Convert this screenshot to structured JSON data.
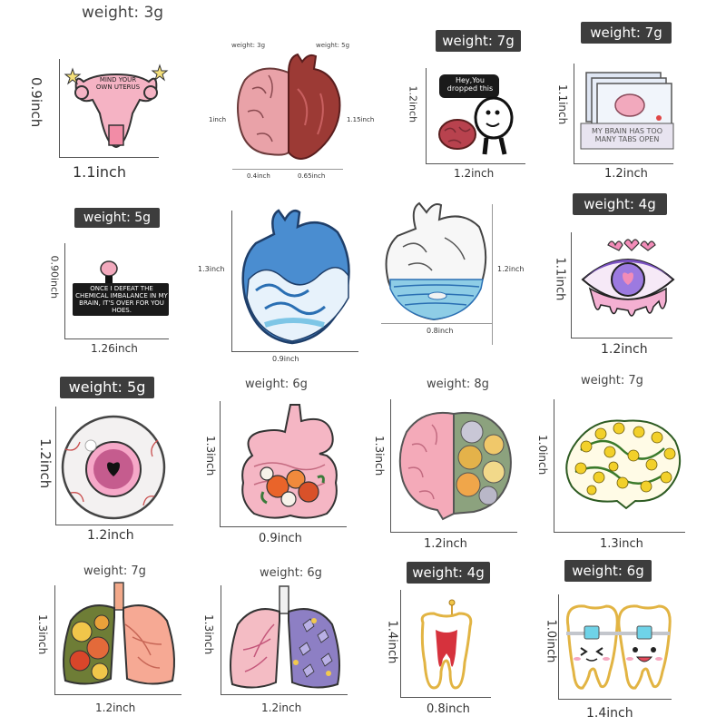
{
  "pins": [
    {
      "id": "uterus",
      "weight": "weight: 3g",
      "width": "1.1inch",
      "height": "0.9inch",
      "text": "MIND YOUR OWN UTERUS"
    },
    {
      "id": "brain-heart",
      "weight_left": "weight: 3g",
      "weight_right": "weight: 5g",
      "height_left": "1inch",
      "height_right": "1.15inch",
      "width_left": "0.4inch",
      "width_right": "0.65inch"
    },
    {
      "id": "dropped-brain",
      "weight": "weight: 7g",
      "width": "1.2inch",
      "height": "1.2inch",
      "text": "Hey,You dropped this"
    },
    {
      "id": "tabs-brain",
      "weight": "weight: 7g",
      "width": "1.2inch",
      "height": "1.1inch",
      "text": "MY BRAIN HAS TOO MANY TABS OPEN"
    },
    {
      "id": "chemical",
      "weight": "weight: 5g",
      "width": "1.26inch",
      "height": "0.90inch",
      "text": "ONCE I DEFEAT THE CHEMICAL IMBALANCE IN MY BRAIN, IT'S OVER FOR YOU HOES."
    },
    {
      "id": "wave-heart",
      "width": "0.9inch",
      "height": "1.3inch"
    },
    {
      "id": "whale-heart",
      "width": "0.8inch",
      "height": "1.2inch"
    },
    {
      "id": "eye",
      "weight": "weight: 4g",
      "width": "1.2inch",
      "height": "1.1inch"
    },
    {
      "id": "eyeball",
      "weight": "weight: 5g",
      "width": "1.2inch",
      "height": "1.2inch"
    },
    {
      "id": "intestine",
      "weight": "weight: 6g",
      "width": "0.9inch",
      "height": "1.3inch"
    },
    {
      "id": "flower-brain",
      "weight": "weight: 8g",
      "width": "1.2inch",
      "height": "1.3inch"
    },
    {
      "id": "yellow-brain",
      "weight": "weight: 7g",
      "width": "1.3inch",
      "height": "1.0inch"
    },
    {
      "id": "lung-flowers",
      "weight": "weight: 7g",
      "width": "1.2inch",
      "height": "1.3inch"
    },
    {
      "id": "lung-butterfly",
      "weight": "weight: 6g",
      "width": "1.2inch",
      "height": "1.3inch"
    },
    {
      "id": "tooth-red",
      "weight": "weight: 4g",
      "width": "0.8inch",
      "height": "1.4inch"
    },
    {
      "id": "teeth-braces",
      "weight": "weight: 6g",
      "width": "1.4inch",
      "height": "1.0inch"
    }
  ],
  "colors": {
    "badge": "#3d3d3d",
    "pink": "#f2a7b8",
    "red": "#b5363a",
    "blue": "#3a78c0",
    "yellow": "#e8c21a",
    "green": "#4e9a3a"
  }
}
